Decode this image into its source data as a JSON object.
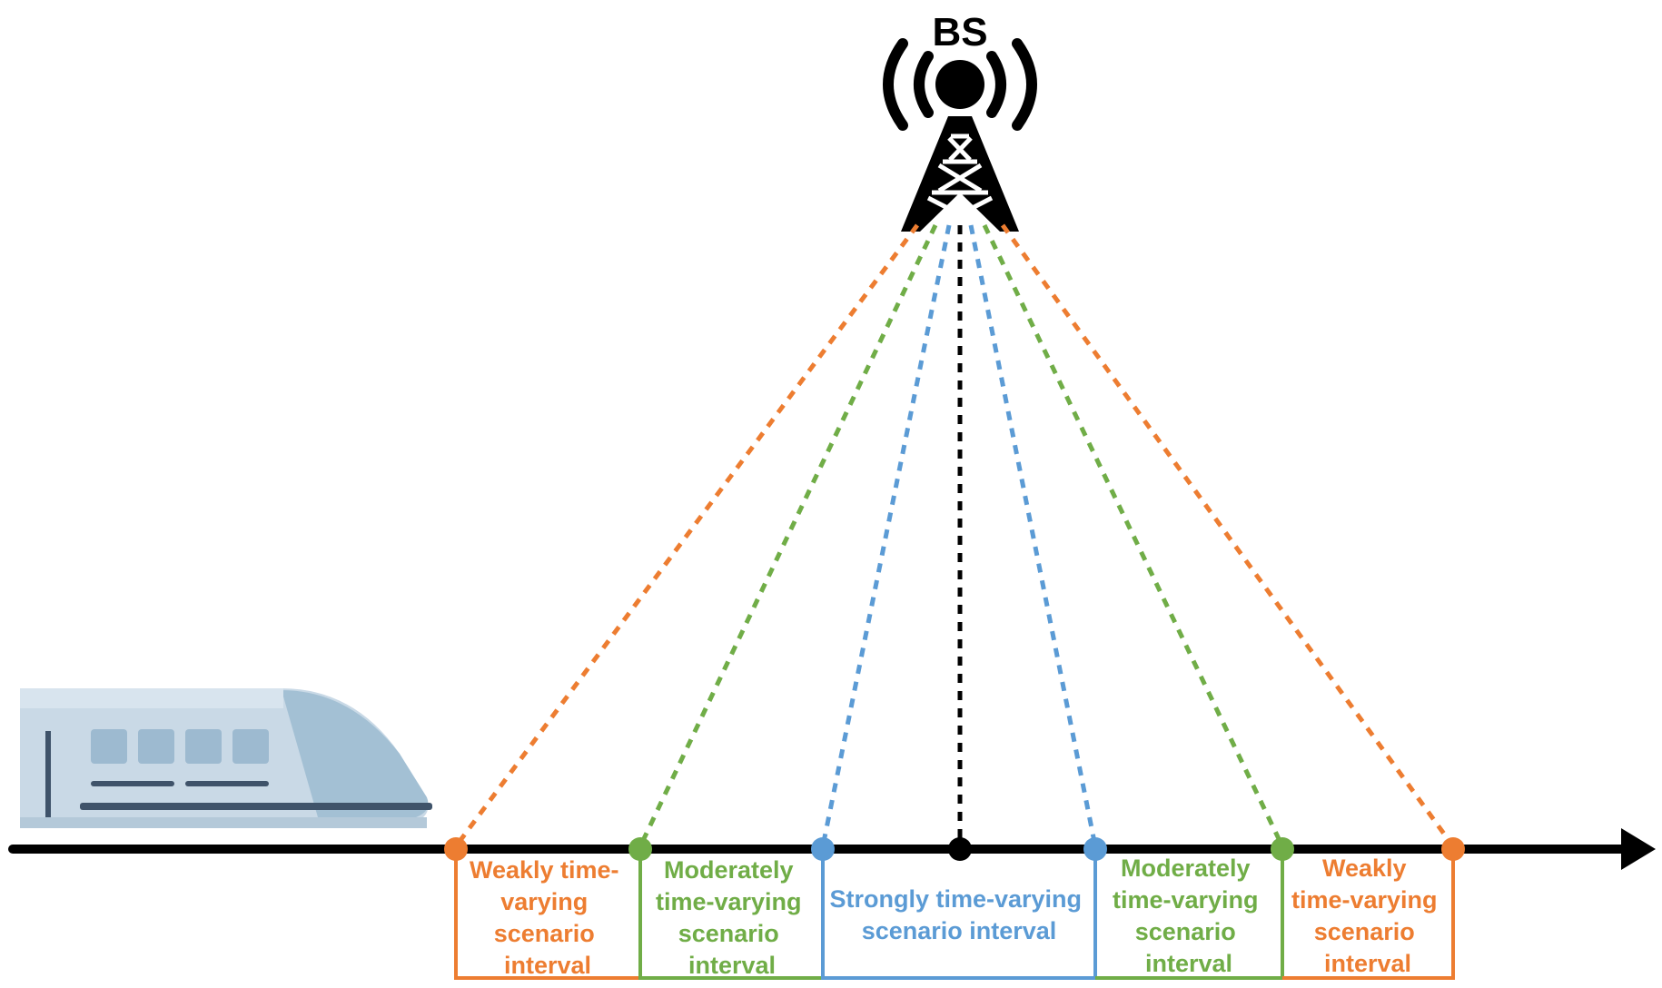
{
  "base_station": {
    "label": "BS",
    "icon": "cell-tower-icon"
  },
  "train": {
    "icon": "high-speed-train-icon"
  },
  "colors": {
    "weak": "#ED7D31",
    "moderate": "#70AD47",
    "strong": "#5B9BD5",
    "axis": "#000000",
    "train_body": "#C9D9E6",
    "train_nose": "#A3C0D4",
    "train_window": "#9DBAD0",
    "train_stripe": "#3F536A"
  },
  "intervals": [
    {
      "kind": "weak",
      "lines": [
        "Weakly time-",
        "varying",
        "scenario",
        "interval"
      ]
    },
    {
      "kind": "moderate",
      "lines": [
        "Moderately",
        "time-varying",
        "scenario",
        "interval"
      ]
    },
    {
      "kind": "strong",
      "lines": [
        "Strongly time-varying",
        "scenario interval"
      ]
    },
    {
      "kind": "moderate",
      "lines": [
        "Moderately",
        "time-varying",
        "scenario",
        "interval"
      ]
    },
    {
      "kind": "weak",
      "lines": [
        "Weakly",
        "time-varying",
        "scenario",
        "interval"
      ]
    }
  ]
}
